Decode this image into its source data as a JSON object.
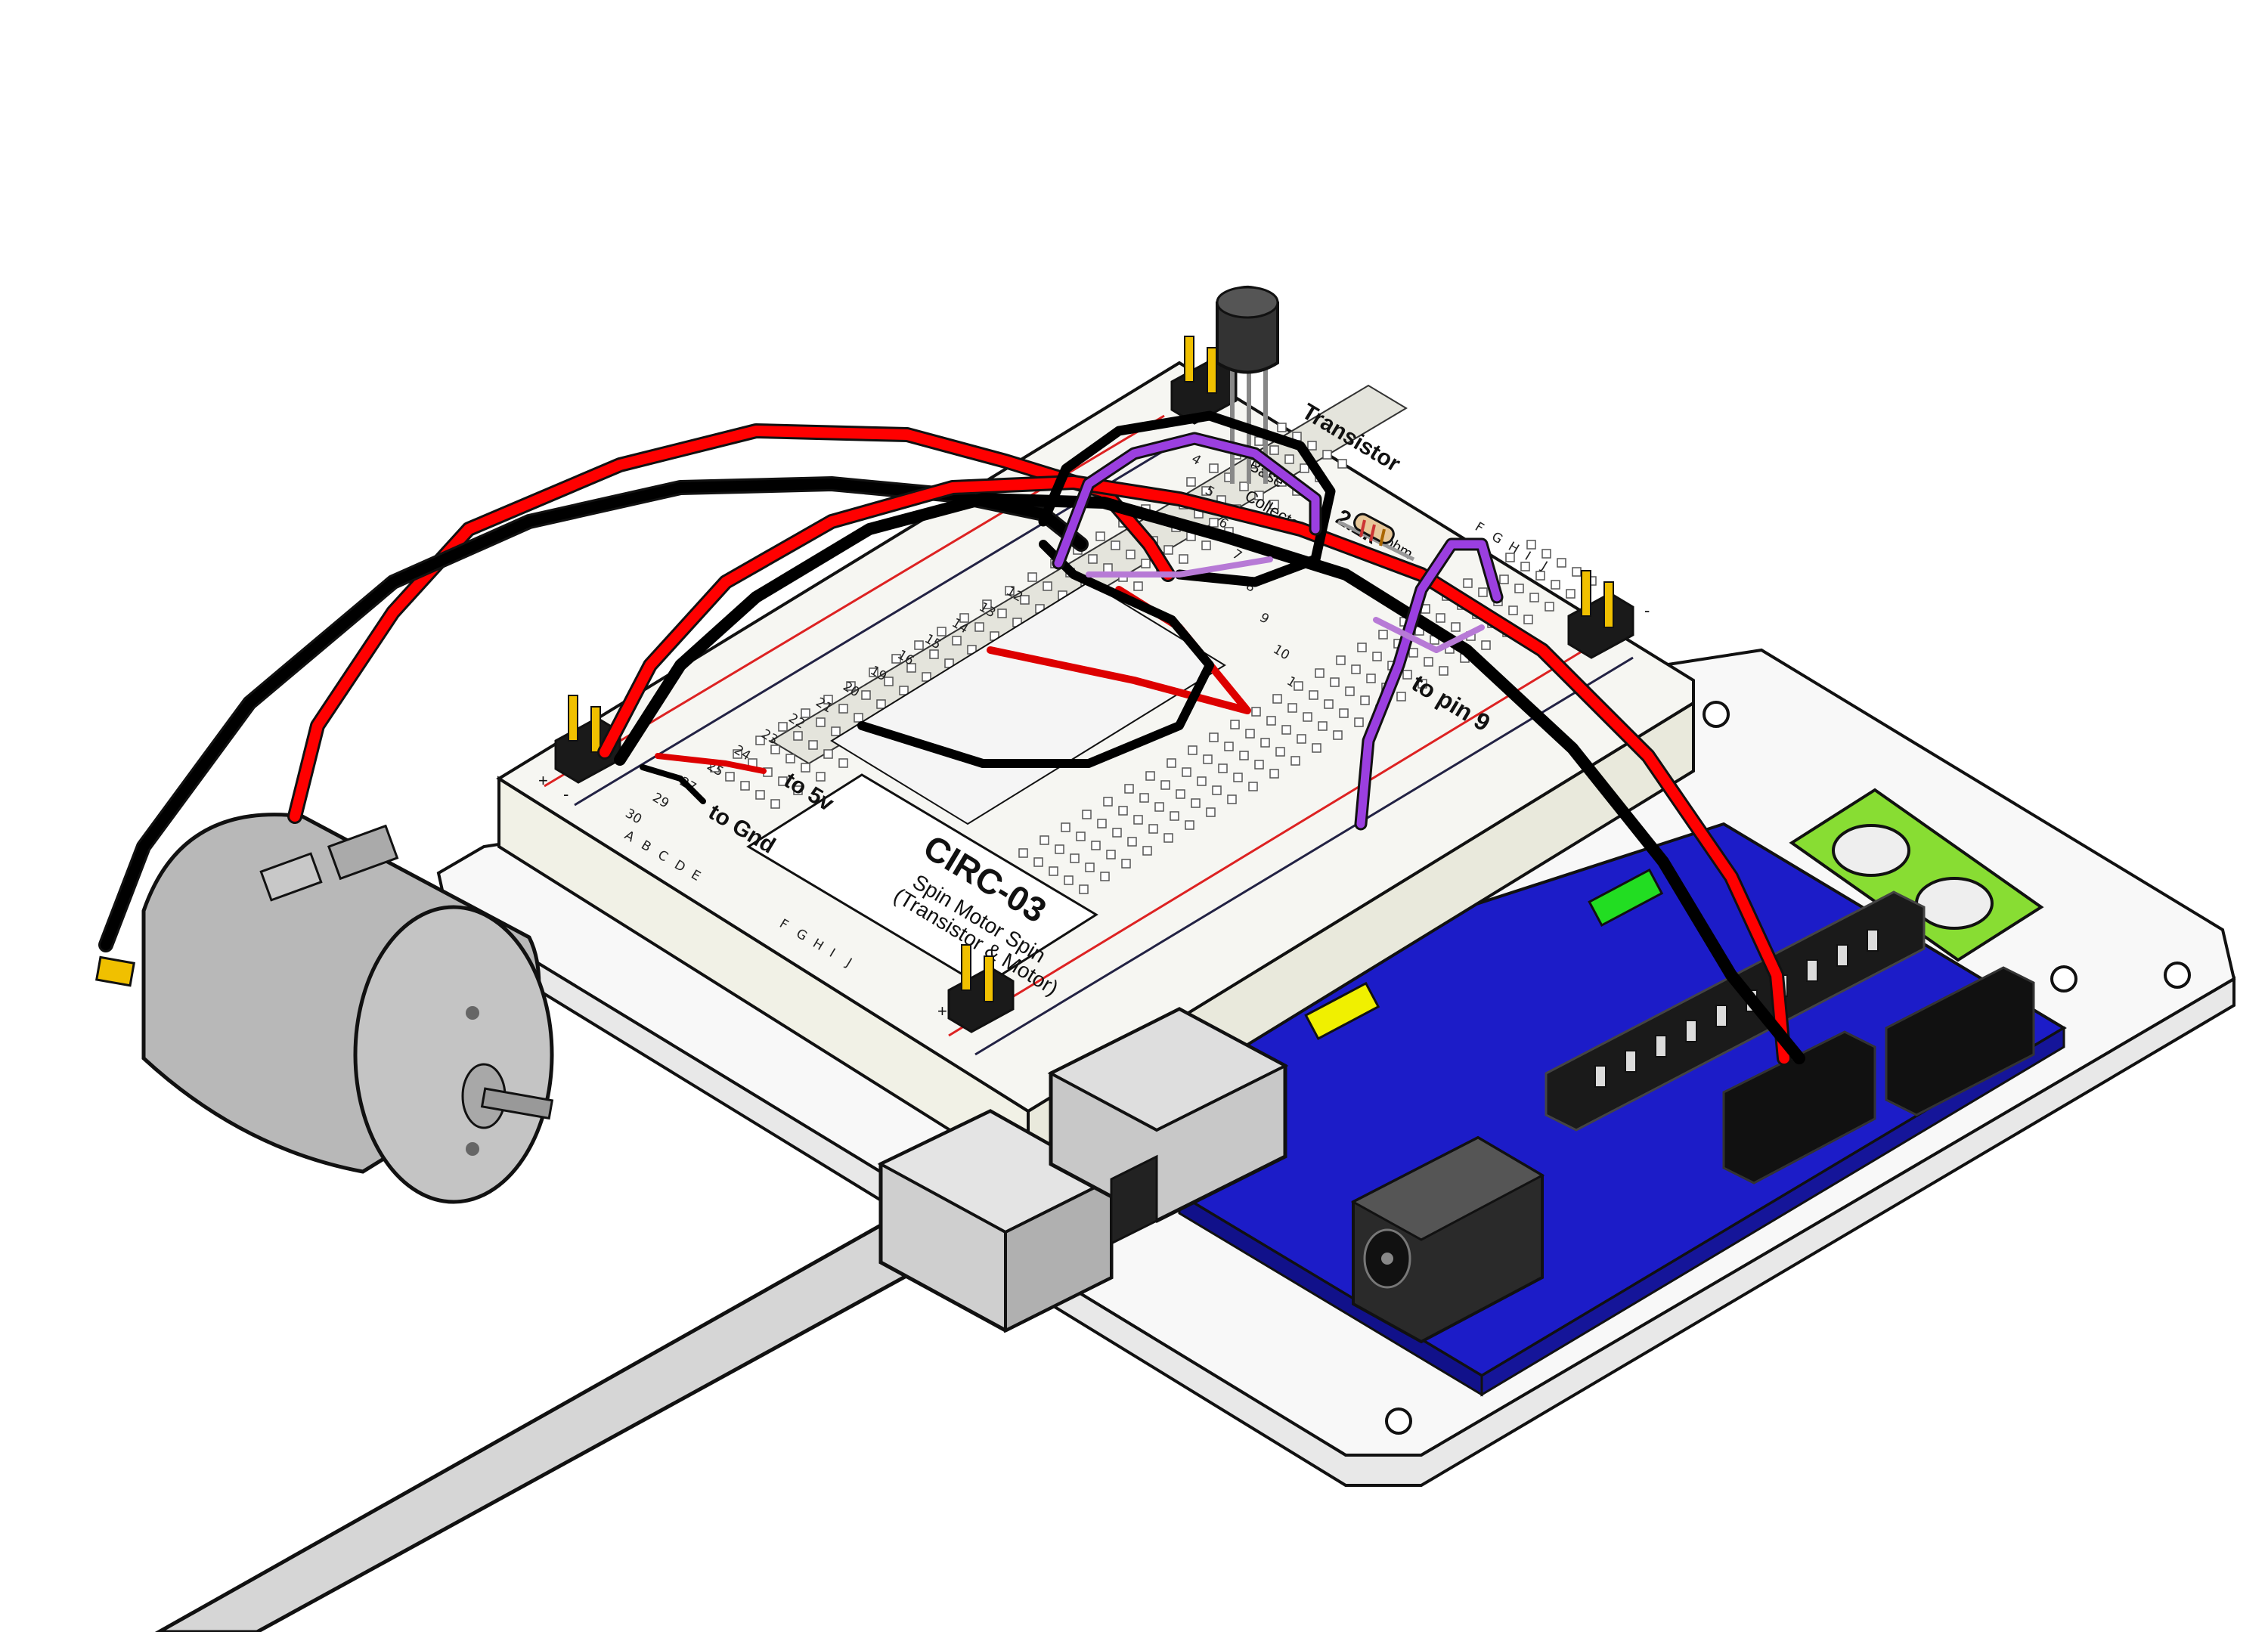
{
  "board_labels": {
    "circuit_id": "CIRC-03",
    "subtitle": "Spin Motor Spin",
    "subtitle2": "(Transistor & Motor)",
    "to_5v": "to 5v",
    "to_gnd": "to Gnd",
    "to_pin9": "to pin 9",
    "transistor": "Transistor",
    "resistor_value": "2.2k",
    "resistor_unit": "ohm",
    "base": "Base",
    "collector": "Collector",
    "plus": "+",
    "minus": "-"
  },
  "row_numbers_left": [
    "12",
    "13",
    "14",
    "15",
    "16",
    "19",
    "20",
    "21",
    "22",
    "23",
    "24",
    "25",
    "27",
    "29",
    "30"
  ],
  "row_numbers_right": [
    "4",
    "5",
    "6",
    "7",
    "8",
    "9",
    "10",
    "1"
  ],
  "column_letters_bottom": [
    "A",
    "B",
    "C",
    "D",
    "E"
  ],
  "column_letters_bottom2": [
    "F",
    "G",
    "H",
    "I",
    "J"
  ],
  "column_letters_top": [
    "F",
    "G",
    "H",
    "I",
    "J"
  ],
  "colors": {
    "arduino_board": "#1c1cc8",
    "wire_red": "#ff0000",
    "wire_black": "#000000",
    "wire_purple": "#9b3fe0",
    "breadboard": "#f2f2ee",
    "base_plate": "#f7f7f7",
    "motor": "#b4b4b4",
    "green_mount": "#88dd33",
    "led_yellow": "#f0f000",
    "led_green": "#22dd22"
  }
}
